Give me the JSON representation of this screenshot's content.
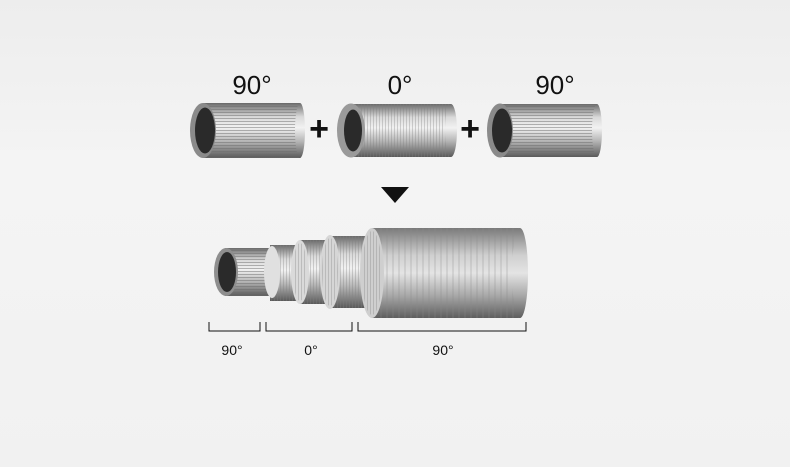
{
  "top_row": {
    "tube_left_angle": "90°",
    "tube_middle_angle": "0°",
    "tube_right_angle": "90°",
    "plus_1": "+",
    "plus_2": "+"
  },
  "bottom_row": {
    "section_1_label": "90°",
    "section_2_label": "0°",
    "section_3_label": "90°"
  }
}
